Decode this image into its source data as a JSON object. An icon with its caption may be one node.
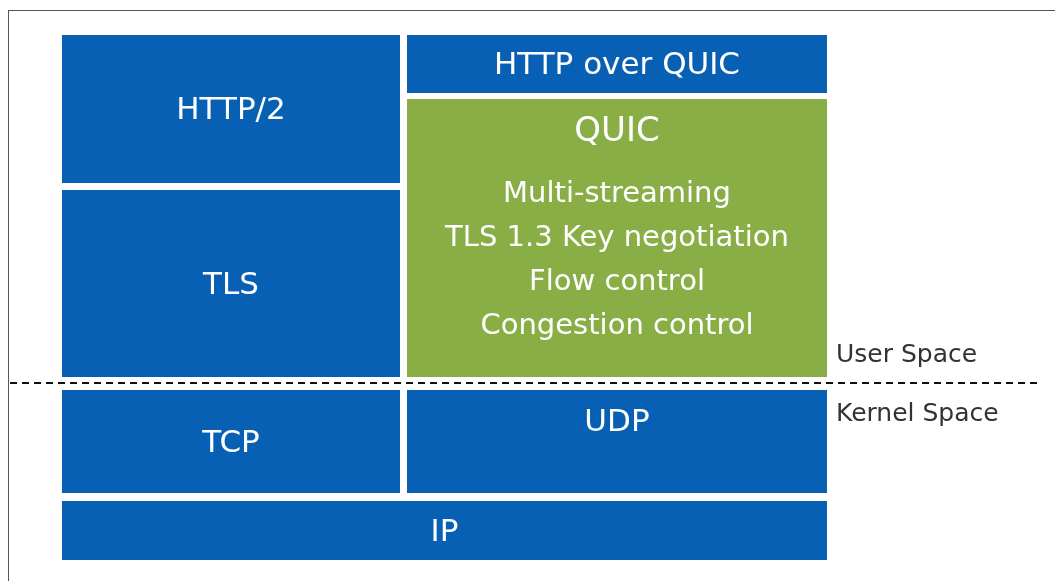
{
  "diagram": {
    "nodes": [
      {
        "text": [
          "HTTP/2"
        ]
      },
      {
        "text": [
          "HTTP over QUIC"
        ]
      },
      {
        "text": [
          "TLS"
        ]
      },
      {
        "text": [
          "QUIC",
          "Multi-streaming",
          "TLS 1.3 Key negotiation",
          "Flow control",
          "Congestion control"
        ]
      },
      {
        "text": [
          "TCP"
        ]
      },
      {
        "text": [
          "UDP"
        ]
      },
      {
        "text": [
          "IP"
        ]
      }
    ],
    "edges": [],
    "labels": [
      "User Space",
      "Kernel Space"
    ]
  }
}
